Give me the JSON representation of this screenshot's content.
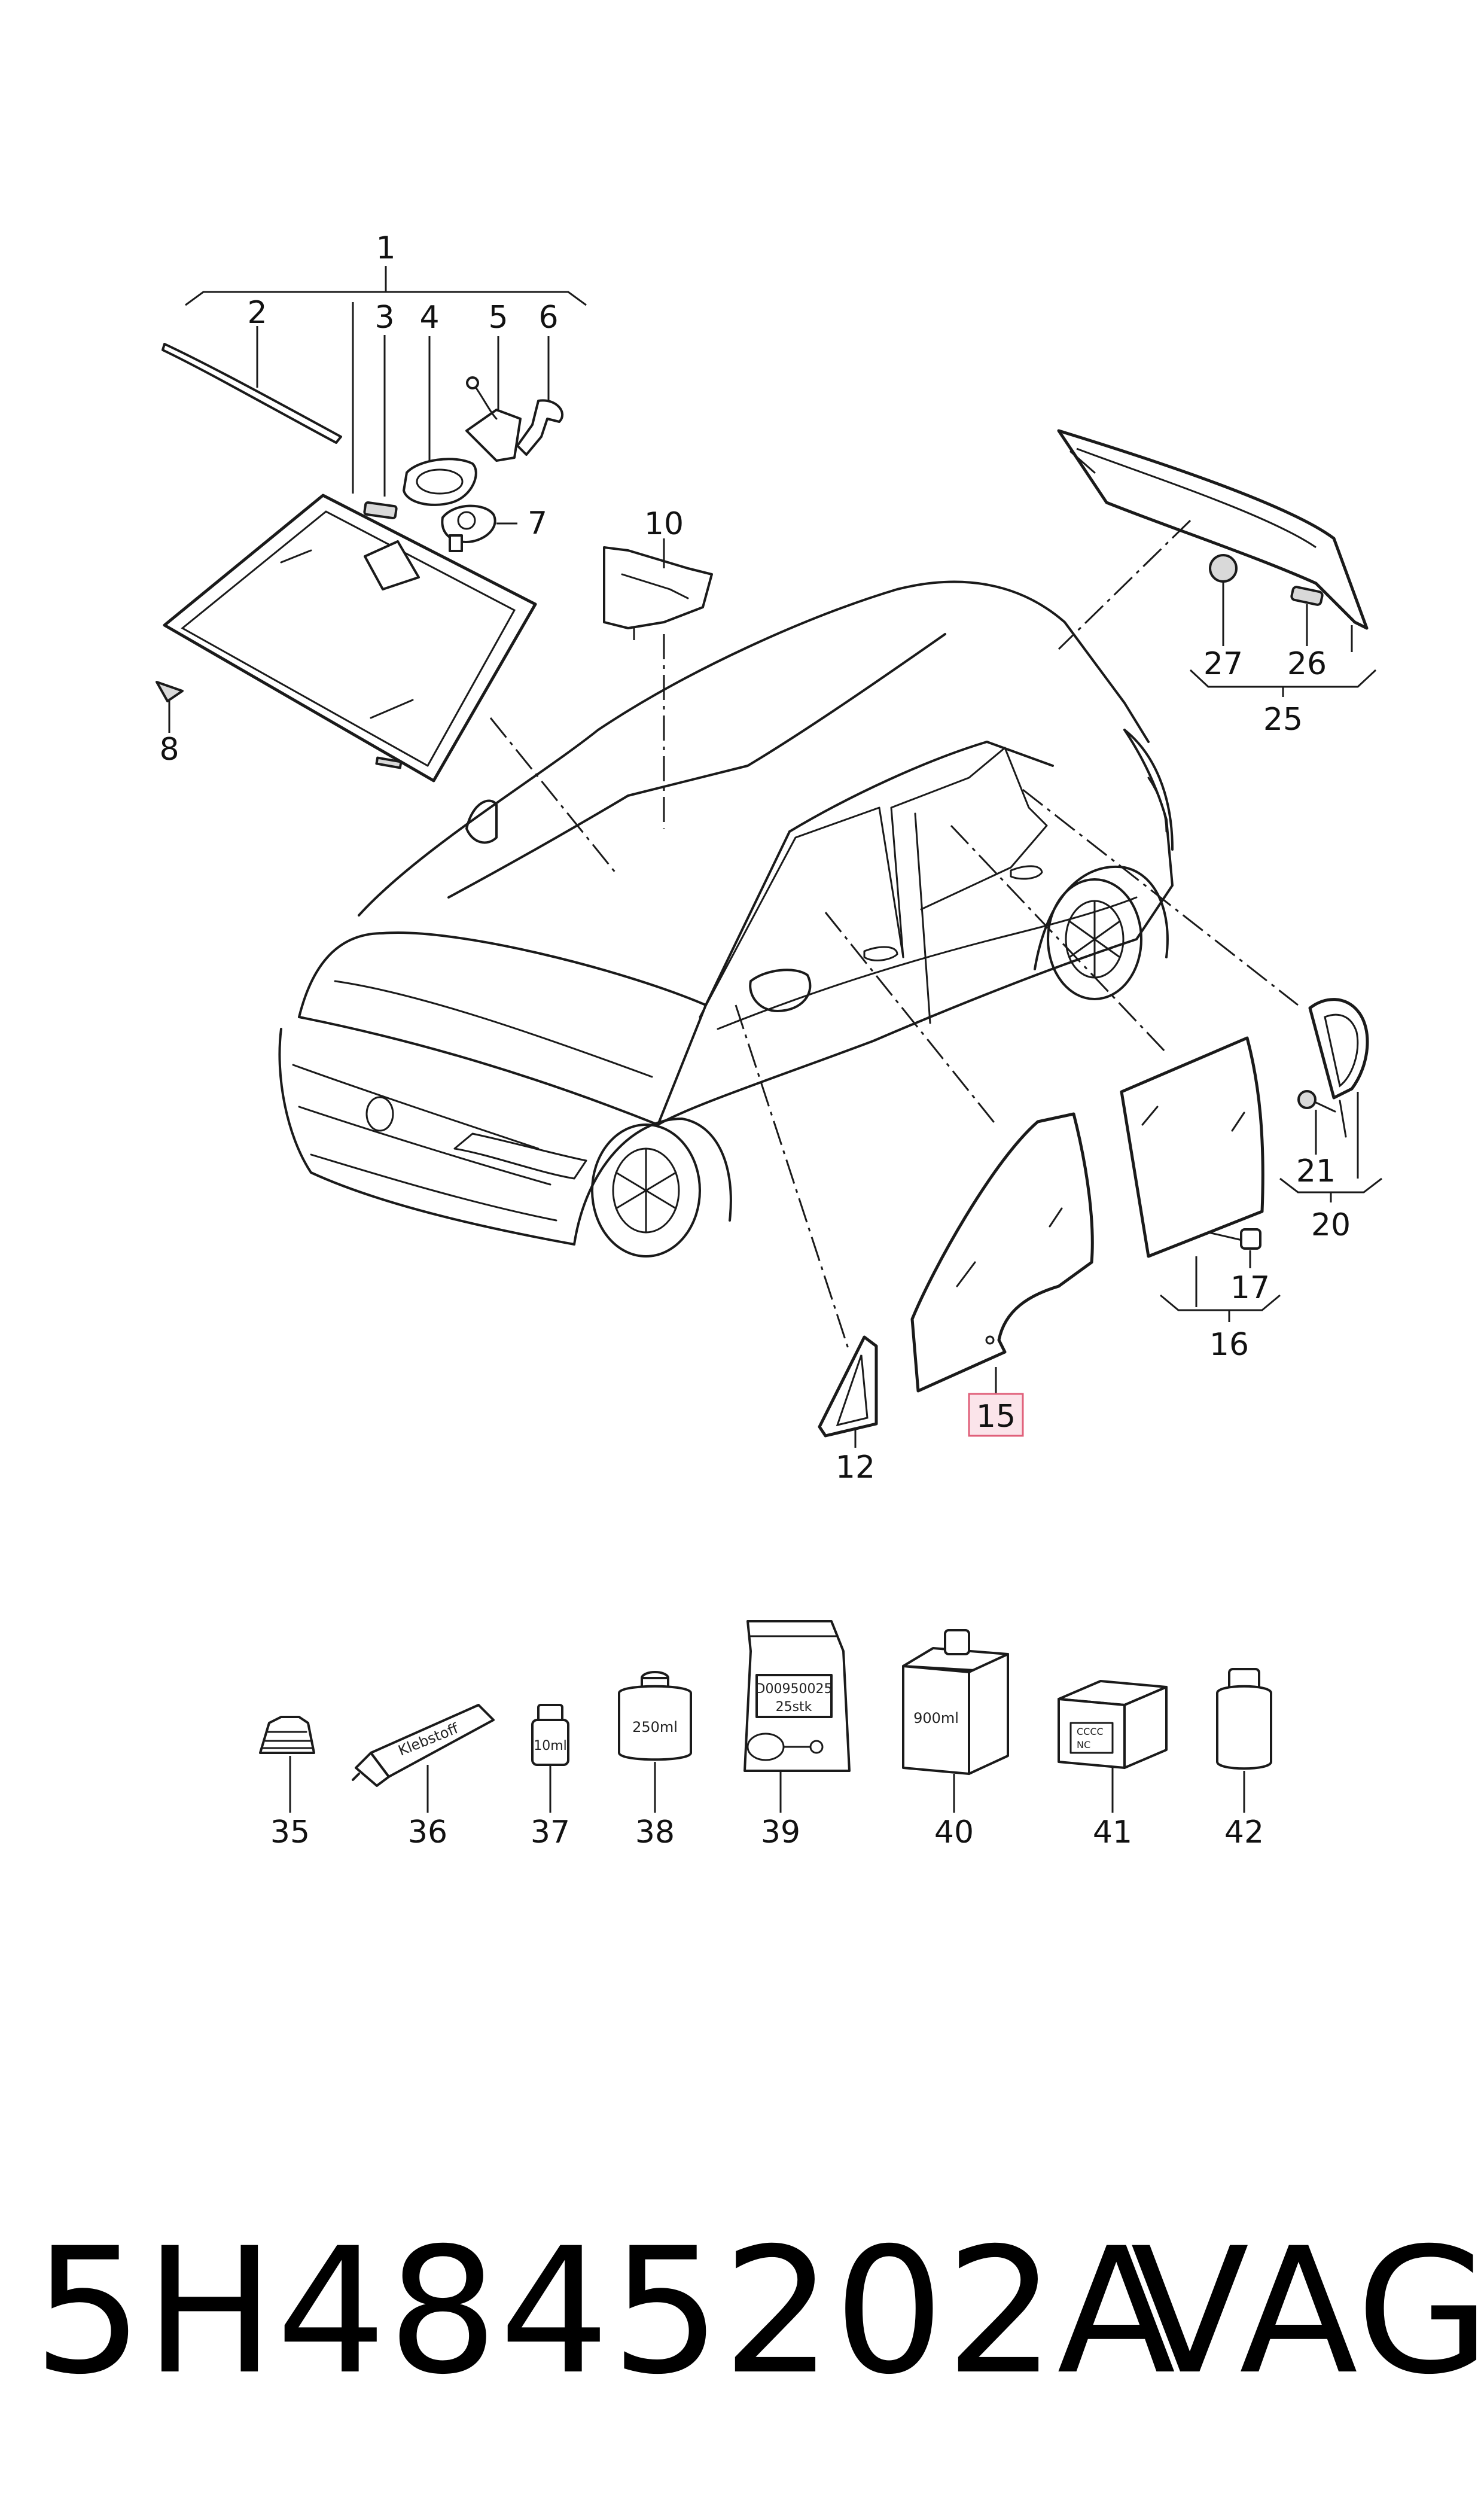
{
  "callouts": {
    "c1": "1",
    "c2": "2",
    "c3": "3",
    "c4": "4",
    "c5": "5",
    "c6": "6",
    "c7": "7",
    "c8": "8",
    "c10": "10",
    "c12": "12",
    "c15": "15",
    "c16": "16",
    "c17": "17",
    "c20": "20",
    "c21": "21",
    "c25": "25",
    "c26": "26",
    "c27": "27",
    "c35": "35",
    "c36": "36",
    "c37": "37",
    "c38": "38",
    "c39": "39",
    "c40": "40",
    "c41": "41",
    "c42": "42"
  },
  "highlighted_callout": "15",
  "package_labels": {
    "tube": "Klebstoff",
    "bottle_small": "10ml",
    "can": "250ml",
    "bag_line1": "D00950025",
    "bag_line2": "25stk",
    "jug": "900ml",
    "box_mark1": "CCCC",
    "box_mark2": "NC"
  },
  "footer": {
    "part_number": "5H4845202A",
    "brand": "VAG"
  },
  "colors": {
    "highlight_border": "#e0607a",
    "highlight_fill": "#fbe4ea",
    "line": "#1a1a1a"
  }
}
